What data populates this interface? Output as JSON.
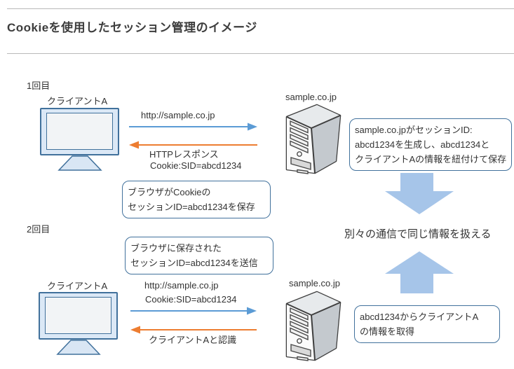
{
  "header": {
    "title": "Cookieを使用したセッション管理のイメージ"
  },
  "colors": {
    "request_arrow": "#5B9BD5",
    "response_arrow": "#ED7D31",
    "big_arrow": "#A6C5E9",
    "box_border": "#41719C"
  },
  "round1": {
    "label": "1回目",
    "client_label": "クライアントA",
    "server_label": "sample.co.jp",
    "request_label": "http://sample.co.jp",
    "response_line1": "HTTPレスポンス",
    "response_line2": "Cookie:SID=abcd1234",
    "server_note": [
      "sample.co.jpがセッションID:",
      "abcd1234を生成し、abcd1234と",
      "クライアントAの情報を紐付けて保存"
    ],
    "browser_note": [
      "ブラウザがCookieの",
      "セッションID=abcd1234を保存"
    ]
  },
  "middle": {
    "caption": "別々の通信で同じ情報を扱える"
  },
  "round2": {
    "label": "2回目",
    "client_label": "クライアントA",
    "server_label": "sample.co.jp",
    "send_note": [
      "ブラウザに保存された",
      "セッションID=abcd1234を送信"
    ],
    "request_line1": "http://sample.co.jp",
    "request_line2": "Cookie:SID=abcd1234",
    "response_label": "クライアントAと認識",
    "server_note": [
      "abcd1234からクライアントA",
      "の情報を取得"
    ]
  }
}
